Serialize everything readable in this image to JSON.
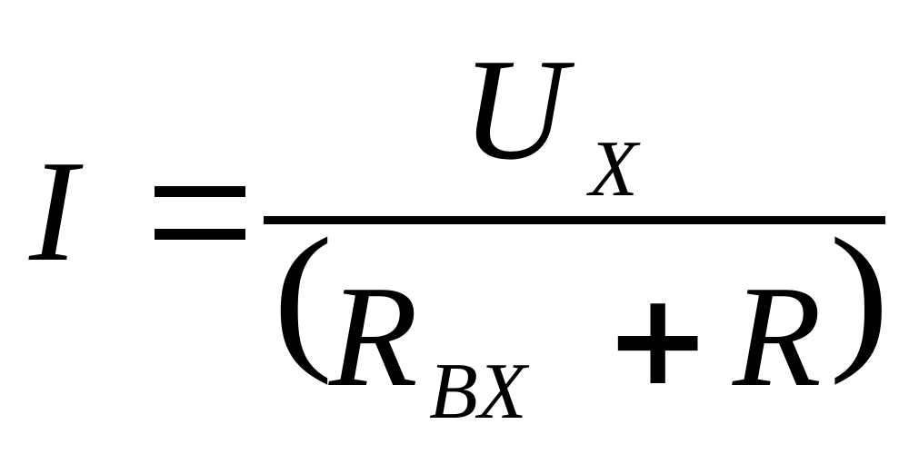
{
  "formula": {
    "lhs": "I",
    "equals": "=",
    "numerator": {
      "variable": "U",
      "subscript": "X"
    },
    "denominator": {
      "open_paren": "(",
      "term1": {
        "variable": "R",
        "subscript": "BX"
      },
      "operator": "+",
      "term2": {
        "variable": "R"
      },
      "close_paren": ")"
    }
  }
}
